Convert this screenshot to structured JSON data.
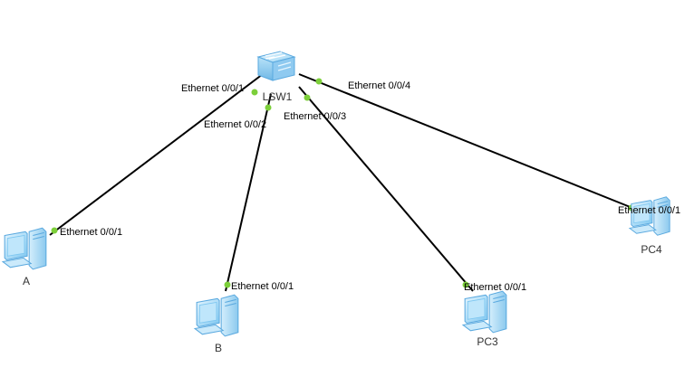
{
  "topology": {
    "switch": {
      "name": "LSW1"
    },
    "hosts": [
      {
        "name": "A"
      },
      {
        "name": "B"
      },
      {
        "name": "PC3"
      },
      {
        "name": "PC4"
      }
    ],
    "links": [
      {
        "switch_port": "Ethernet 0/0/1",
        "host_port": "Ethernet 0/0/1"
      },
      {
        "switch_port": "Ethernet 0/0/2",
        "host_port": "Ethernet 0/0/1"
      },
      {
        "switch_port": "Ethernet 0/0/3",
        "host_port": "Ethernet 0/0/1"
      },
      {
        "switch_port": "Ethernet 0/0/4",
        "host_port": "Ethernet 0/0/1"
      }
    ],
    "colors": {
      "link": "#000000",
      "port_dot": "#7ccf3a",
      "device_body": "#a8d8f5",
      "device_outline": "#5aa9df"
    }
  }
}
